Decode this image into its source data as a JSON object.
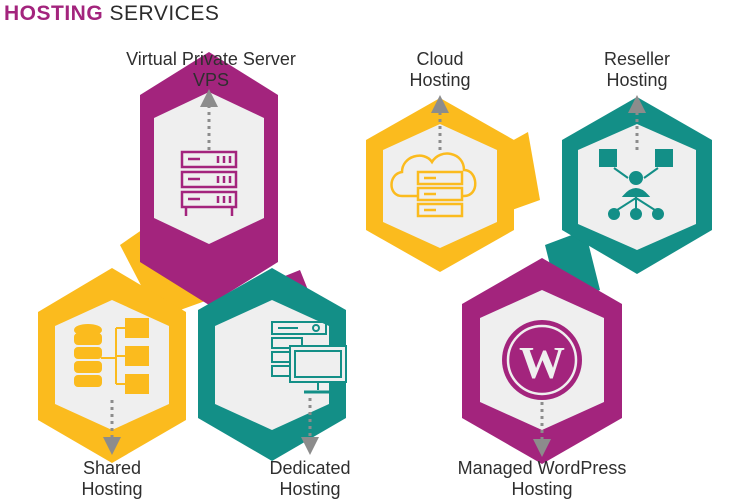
{
  "title": {
    "accent": "HOSTING",
    "rest": "SERVICES"
  },
  "colors": {
    "purple": "#a3247d",
    "yellow": "#fbbb1e",
    "teal": "#138f87",
    "inner": "#efefef",
    "arrow": "#8c8c8c"
  },
  "services": [
    {
      "line1": "Virtual Private Server",
      "line2": "VPS",
      "color": "purple",
      "icon": "server-rack-icon"
    },
    {
      "line1": "Shared",
      "line2": "Hosting",
      "color": "yellow",
      "icon": "database-network-icon"
    },
    {
      "line1": "Dedicated",
      "line2": "Hosting",
      "color": "teal",
      "icon": "dedicated-server-monitor-icon"
    },
    {
      "line1": "Cloud",
      "line2": "Hosting",
      "color": "yellow",
      "icon": "cloud-server-icon"
    },
    {
      "line1": "Reseller",
      "line2": "Hosting",
      "color": "teal",
      "icon": "reseller-network-icon"
    },
    {
      "line1": "Managed WordPress",
      "line2": "Hosting",
      "color": "purple",
      "icon": "wordpress-logo-icon"
    }
  ]
}
